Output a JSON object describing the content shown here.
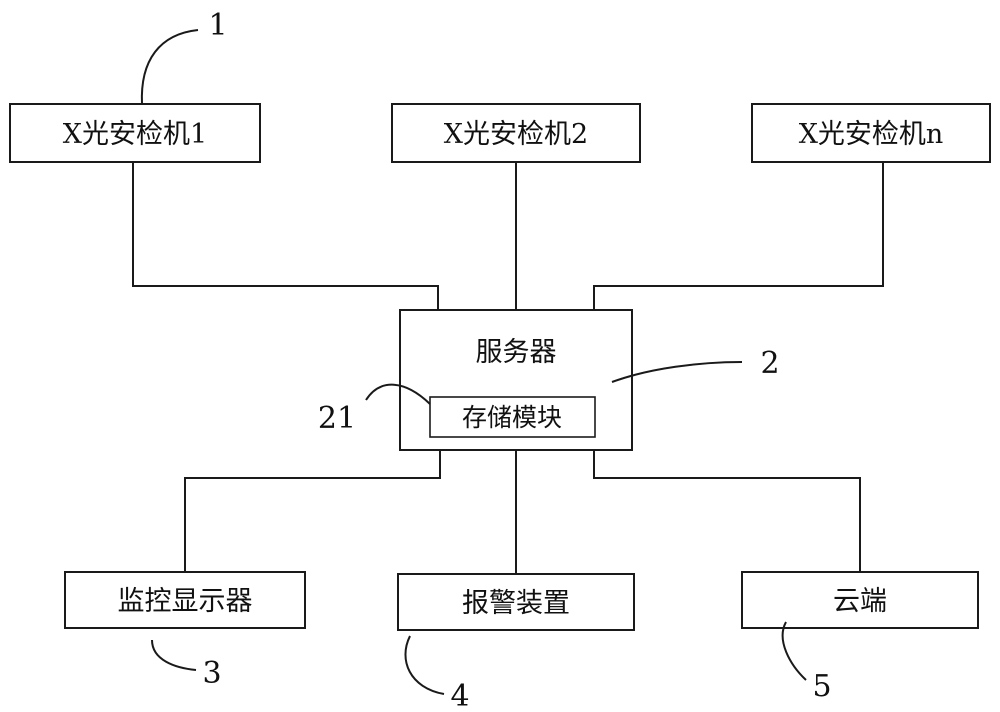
{
  "boxes": {
    "xray1": "X光安检机1",
    "xray2": "X光安检机2",
    "xrayn": "X光安检机n",
    "server": "服务器",
    "storage": "存储模块",
    "monitor": "监控显示器",
    "alarm": "报警装置",
    "cloud": "云端"
  },
  "refs": {
    "xray1": "1",
    "server": "2",
    "storage": "21",
    "monitor": "3",
    "alarm": "4",
    "cloud": "5"
  }
}
